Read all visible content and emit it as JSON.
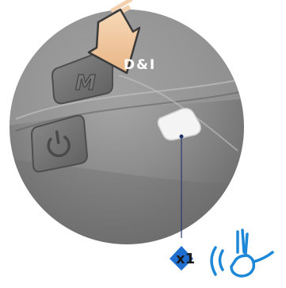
{
  "callout": {
    "button_label": "D&I",
    "quantity": "x1"
  },
  "icons": {
    "mode_button": "m-mode-button",
    "power_button": "power-button",
    "press_arrow": "press-arrow-icon",
    "marker": "blue-diamond-icon",
    "fingertip": "finger-press-icon"
  },
  "colors": {
    "device_gray": "#8a8a8a",
    "callout_line": "#2a3a6e",
    "accent_blue": "#1f6fd1",
    "finger_icon_blue": "#1e88d8"
  }
}
